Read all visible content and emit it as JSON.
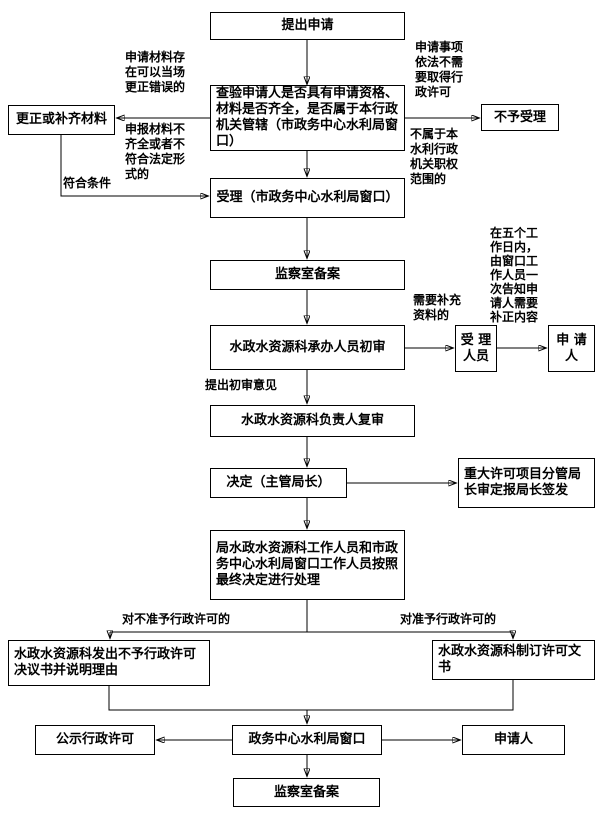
{
  "nodes": {
    "submit": {
      "label": "提出申请"
    },
    "verify": {
      "label": "查验申请人是否具有申请资格、材料是否齐全，是否属于本行政机关管辖（市政务中心水利局窗口）"
    },
    "correct": {
      "label": "更正或补齐材料"
    },
    "reject": {
      "label": "不予受理"
    },
    "accept": {
      "label": "受理（市政务中心水利局窗口）"
    },
    "record1": {
      "label": "监察室备案"
    },
    "initial_review": {
      "label": "水政水资源科承办人员初审"
    },
    "acceptor": {
      "label": "受 理人员"
    },
    "applicant_side": {
      "label": "申 请人"
    },
    "lead_review": {
      "label": "水政水资源科负责人复审"
    },
    "decision": {
      "label": "决定（主管局长）"
    },
    "major_project": {
      "label": "重大许可项目分管局长审定报局长签发"
    },
    "final_processing": {
      "label": "局水政水资源科工作人员和市政务中心水利局窗口工作人员按照最终决定进行处理"
    },
    "denial_doc": {
      "label": "水政水资源科发出不予行政许可决议书并说明理由"
    },
    "permit_doc": {
      "label": "水政水资源科制订许可文书"
    },
    "service_window": {
      "label": "政务中心水利局窗口"
    },
    "publicize": {
      "label": "公示行政许可"
    },
    "applicant_bottom": {
      "label": "申请人"
    },
    "record2": {
      "label": "监察室备案"
    }
  },
  "annotations": {
    "correctable_onsite": "申请材料存在可以当场更正错误的",
    "incomplete_materials": "申报材料不齐全或者不符合法定形式的",
    "qualified": "符合条件",
    "no_permit_required": "申请事项依法不需要取得行政许可",
    "outside_jurisdiction": "不属于本水利行政机关职权范围的",
    "need_supplement": "需要补充资料的",
    "five_working_days": "在五个工作日内，由窗口工作人员一次告知申请人需要补正内容",
    "initial_opinion": "提出初审意见",
    "denied_label": "对不准予行政许可的",
    "approved_label": "对准予行政许可的"
  },
  "colors": {
    "line": "#000000",
    "box_border": "#000000",
    "background": "#ffffff",
    "text": "#000000"
  }
}
